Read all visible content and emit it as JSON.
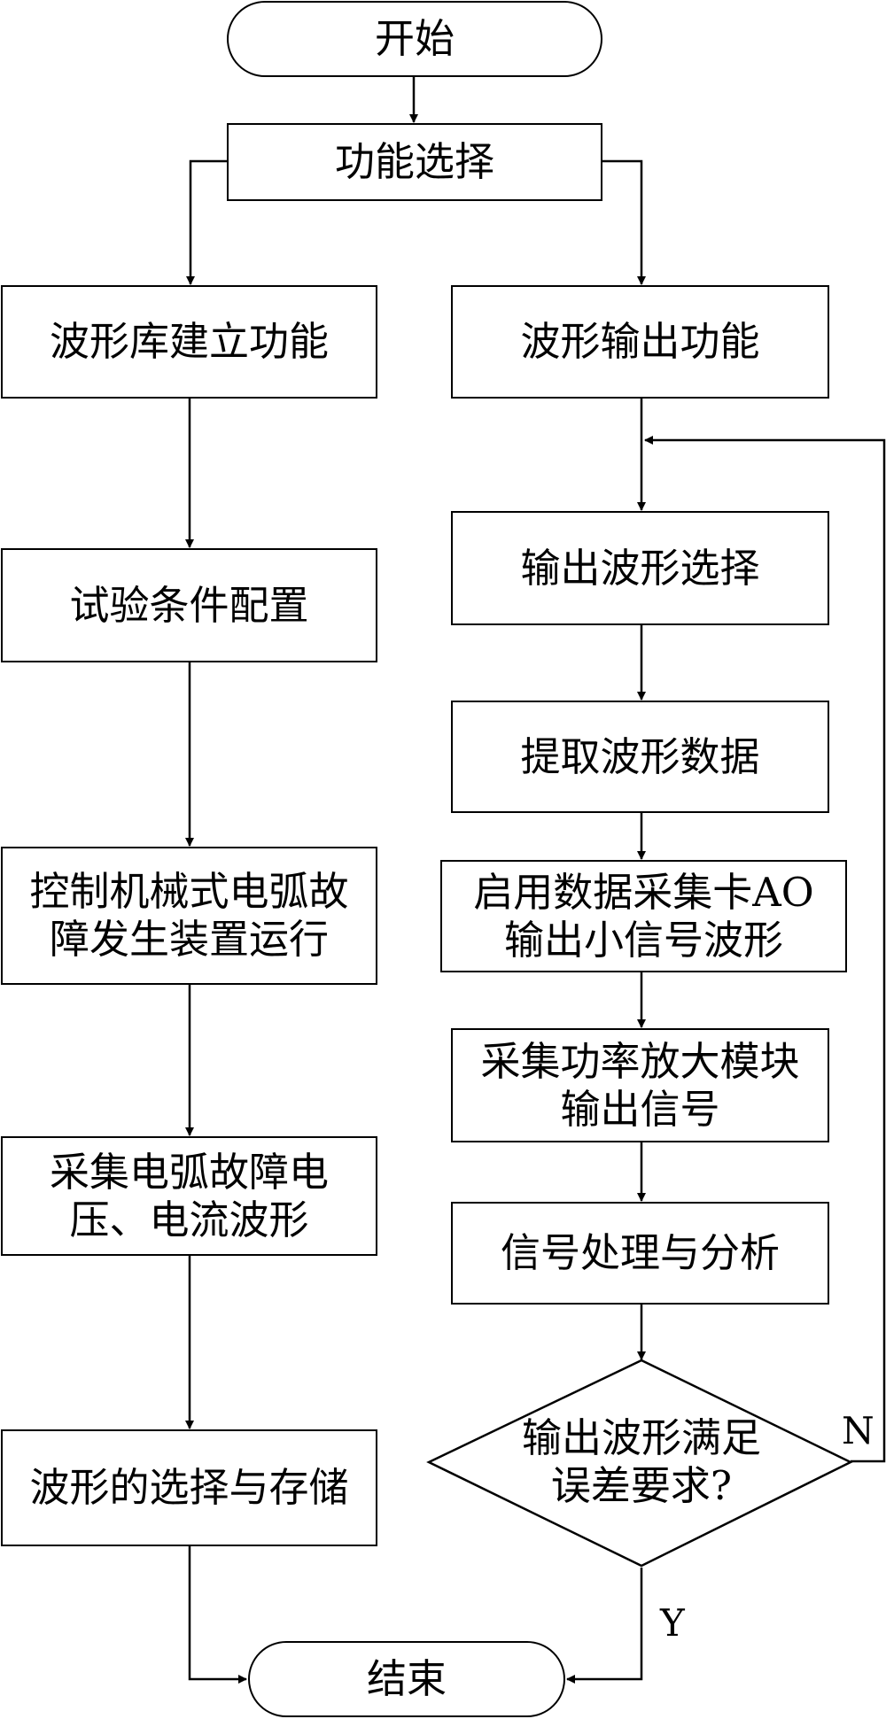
{
  "flowchart": {
    "start": "开始",
    "function_select": "功能选择",
    "left_branch": {
      "title": "波形库建立功能",
      "step1": "试验条件配置",
      "step2_line1": "控制机械式电弧故",
      "step2_line2": "障发生装置运行",
      "step3_line1": "采集电弧故障电",
      "step3_line2": "压、电流波形",
      "step4": "波形的选择与存储"
    },
    "right_branch": {
      "title": "波形输出功能",
      "step1": "输出波形选择",
      "step2": "提取波形数据",
      "step3_line1": "启用数据采集卡AO",
      "step3_line2": "输出小信号波形",
      "step4_line1": "采集功率放大模块",
      "step4_line2": "输出信号",
      "step5": "信号处理与分析",
      "decision_line1": "输出波形满足",
      "decision_line2": "误差要求?"
    },
    "label_no": "N",
    "label_yes": "Y",
    "end": "结束"
  }
}
